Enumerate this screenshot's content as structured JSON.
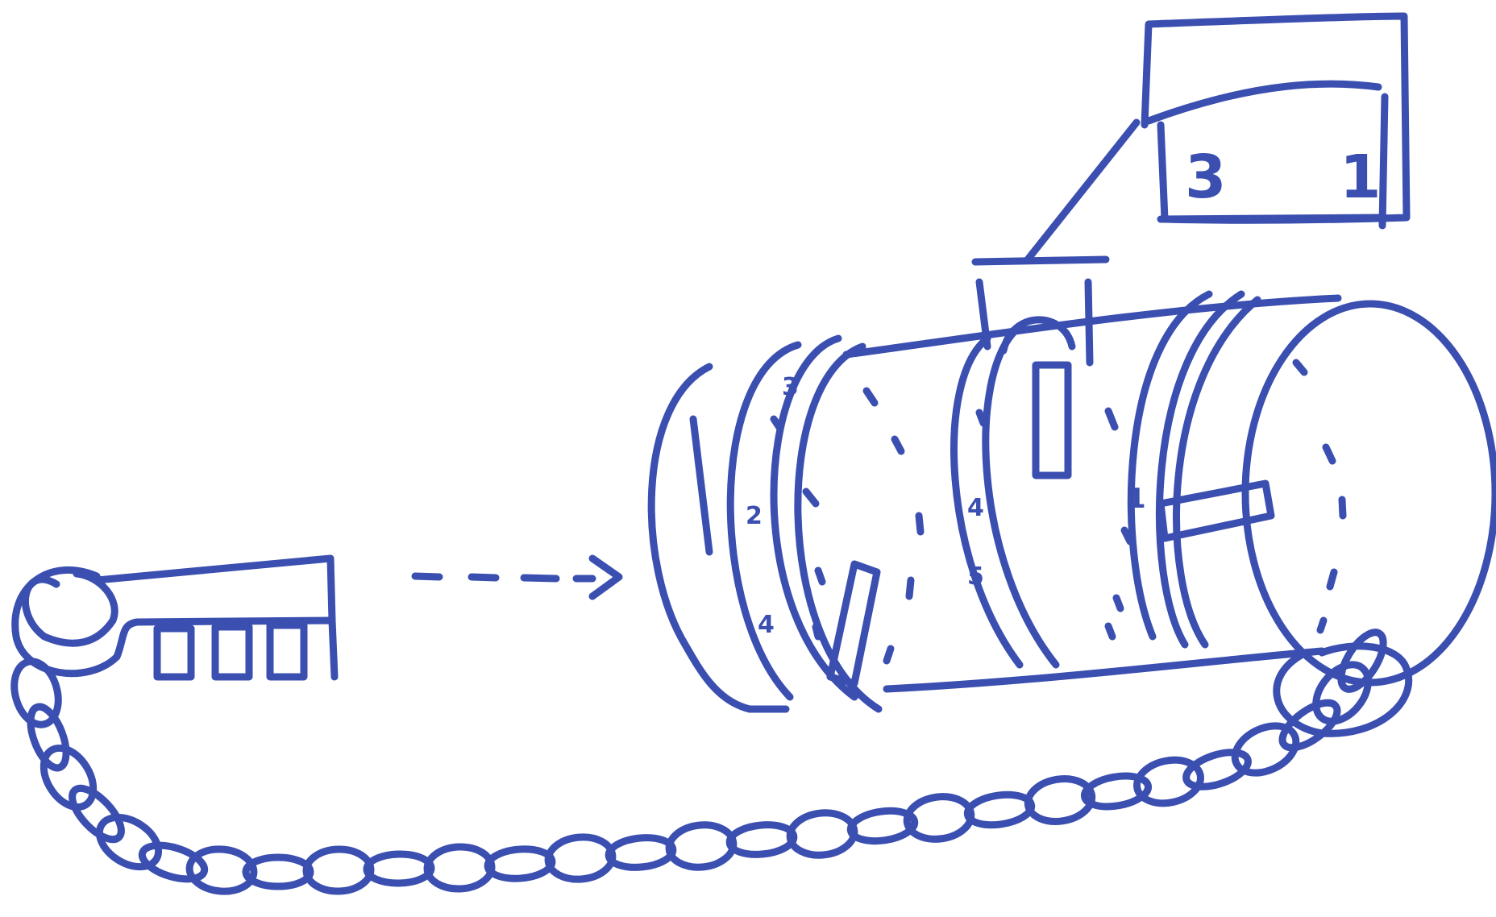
{
  "ink_color": "#3b4fb0",
  "background_color": "#ffffff",
  "callout": {
    "left_digit": "3",
    "right_digit": "1"
  },
  "dial_numbers": {
    "left_ring": [
      "3",
      "2",
      "4"
    ],
    "middle_ring": [
      "4",
      "5"
    ],
    "right_ring": [
      "1"
    ]
  },
  "icons": {
    "key": "key-icon",
    "arrow": "dashed-arrow-icon",
    "lock": "combination-lock-icon",
    "chain": "chain-icon",
    "window": "reading-window-icon"
  }
}
